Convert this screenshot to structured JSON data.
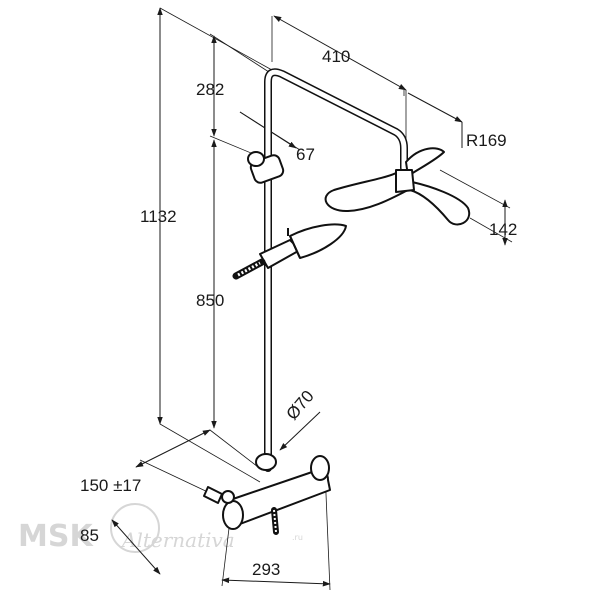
{
  "dimensions": {
    "total_height": "1132",
    "head_offset": "282",
    "holder_offset": "67",
    "arm_projection": "410",
    "head_radius": "R169",
    "head_depth": "142",
    "rail_length": "850",
    "rail_diameter": "Ø70",
    "connection_distance": "150 ±17",
    "wall_distance": "85",
    "mixer_width": "293"
  },
  "watermark": {
    "brand": "MSK",
    "script": "Alternativa",
    "suffix": ".ru"
  },
  "colors": {
    "line": "#111111",
    "watermark": "#d6d6d6"
  }
}
